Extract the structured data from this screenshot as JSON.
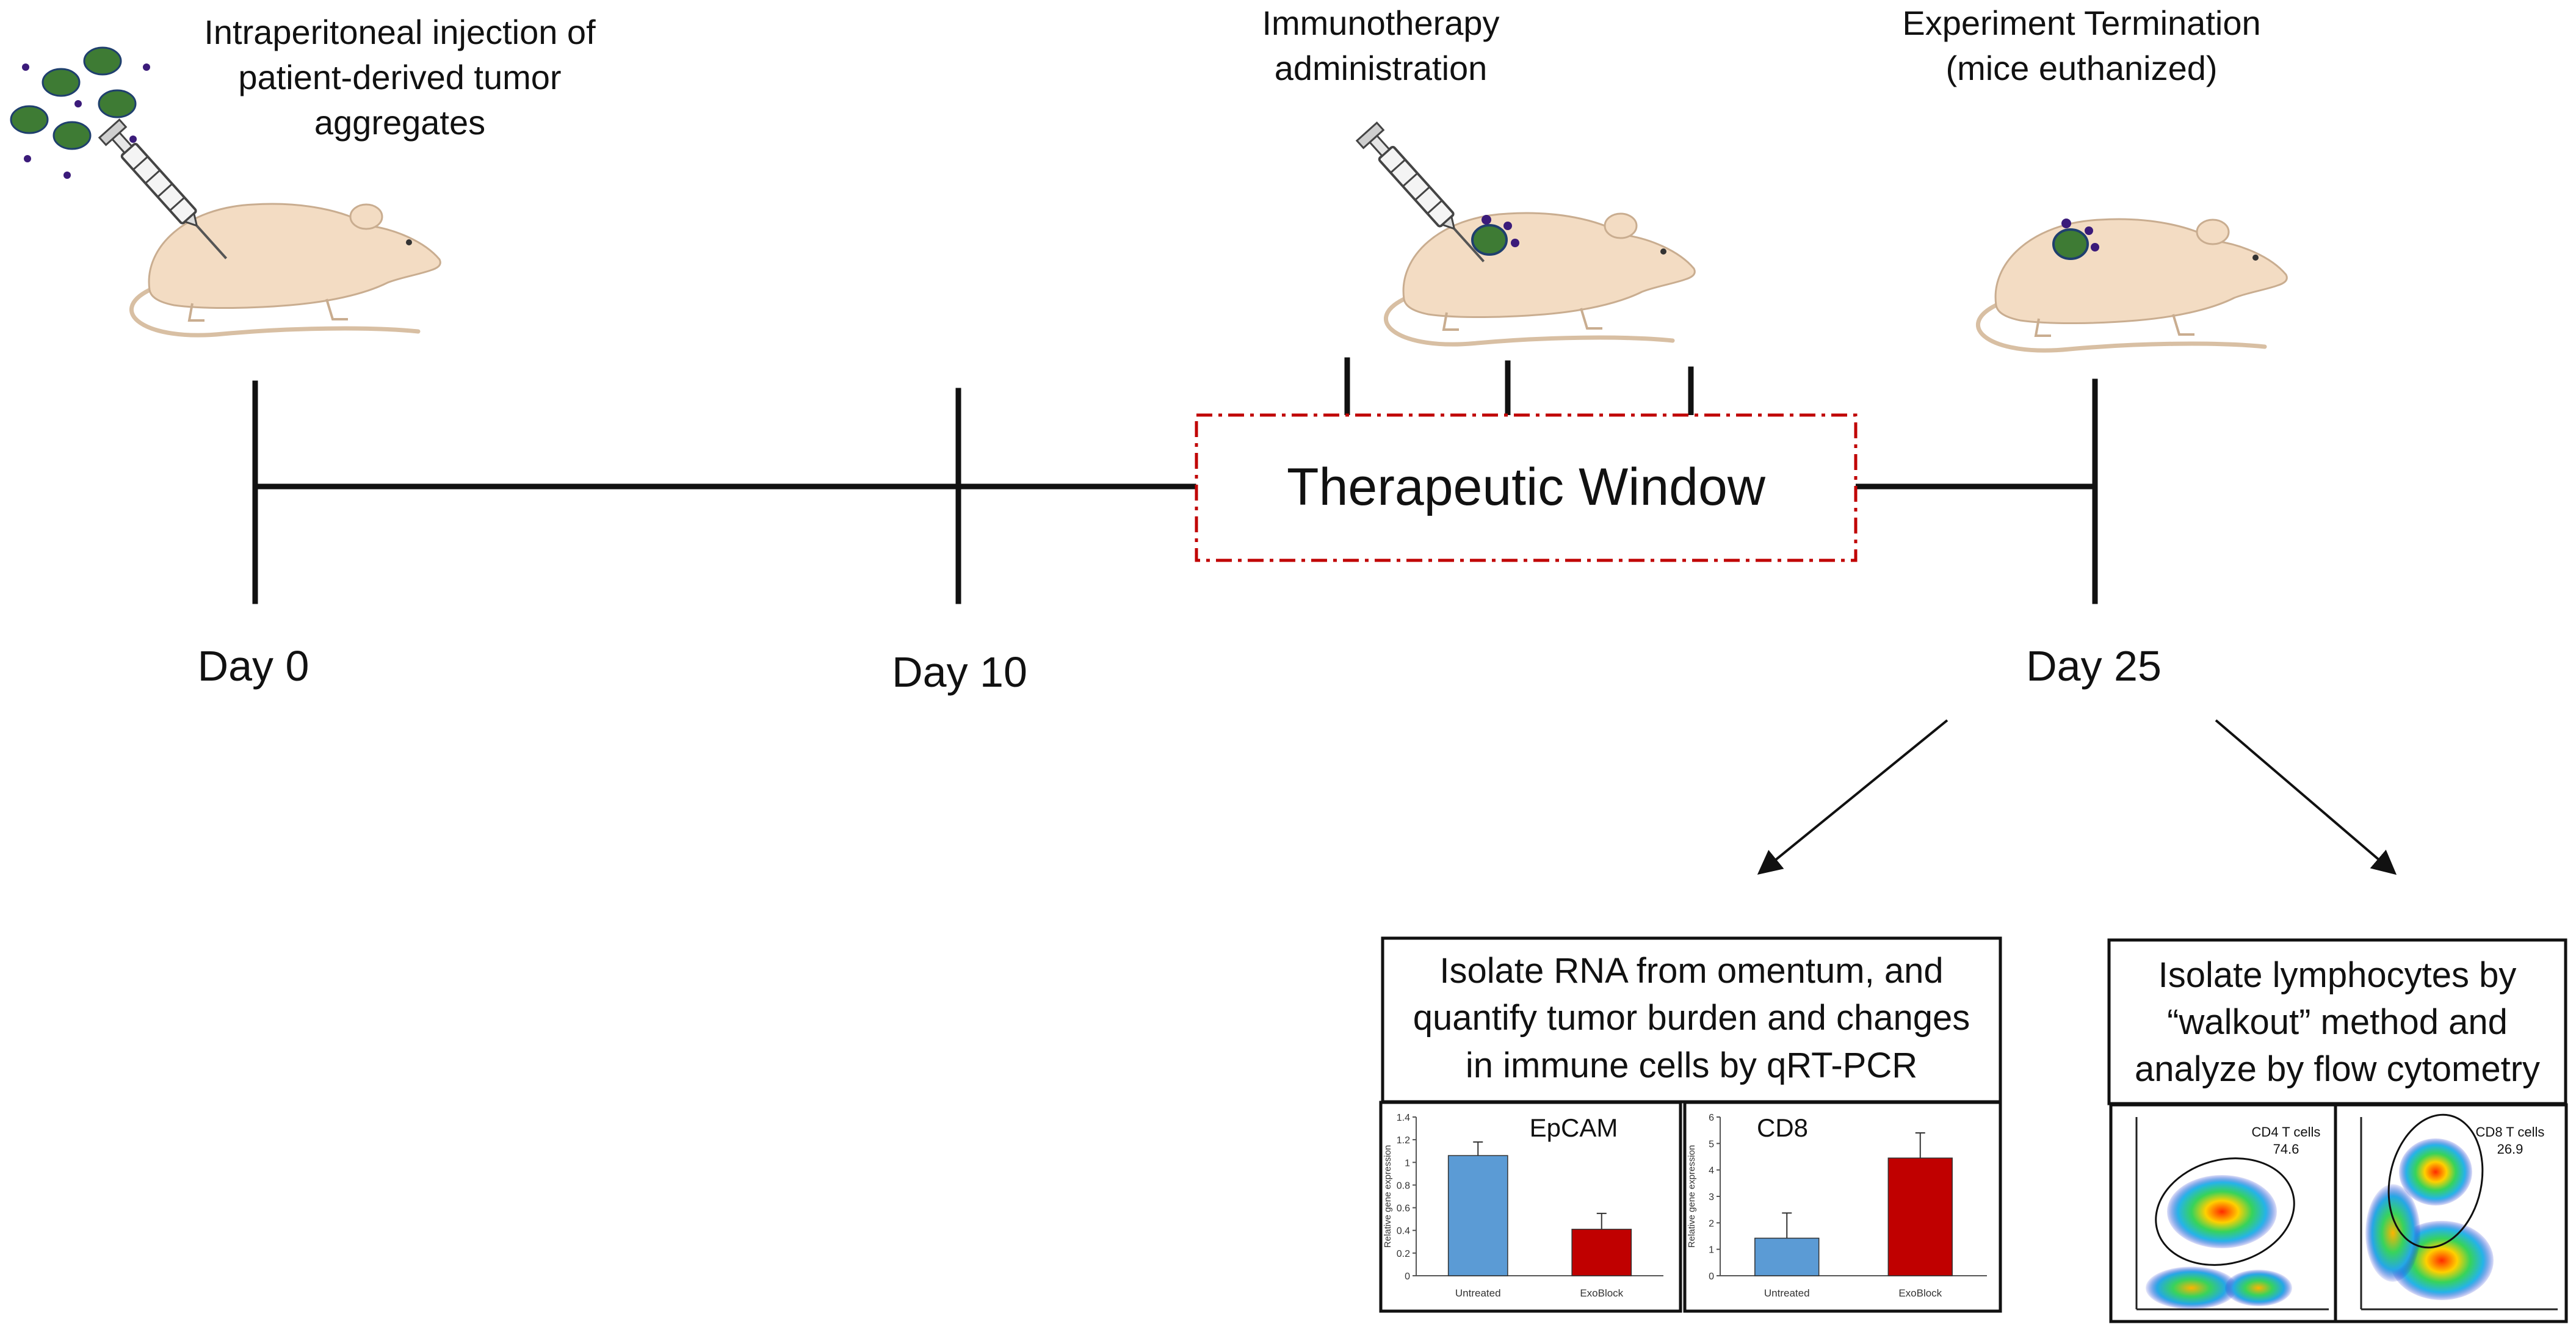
{
  "events": {
    "injection": [
      "Intraperitoneal injection of",
      "patient-derived tumor",
      "aggregates"
    ],
    "immunotherapy": [
      "Immunotherapy",
      "administration"
    ],
    "termination": [
      "Experiment Termination",
      "(mice euthanized)"
    ]
  },
  "timeline": {
    "day0": "Day 0",
    "day10": "Day 10",
    "day25": "Day 25",
    "window_label": "Therapeutic Window"
  },
  "rna_box": [
    "Isolate RNA from omentum, and",
    "quantify tumor burden and changes",
    "in immune cells by qRT-PCR"
  ],
  "lymph_box": [
    "Isolate lymphocytes by",
    "“walkout” method and",
    "analyze by flow cytometry"
  ],
  "colors": {
    "untreated": "#5B9BD5",
    "exoblock": "#C00000",
    "window_border": "#C00000",
    "tumor": "#3E7B34",
    "cell": "#3B1B7A",
    "mouse": "#F3DCC3"
  },
  "chart_data": [
    {
      "type": "bar",
      "title": "EpCAM",
      "ylabel": "Relative gene expression",
      "categories": [
        "Untreated",
        "ExoBlock"
      ],
      "values": [
        1.06,
        0.41
      ],
      "errors": [
        0.12,
        0.14
      ],
      "ylim": [
        0,
        1.4
      ],
      "yticks": [
        "0",
        "0.2",
        "0.4",
        "0.6",
        "0.8",
        "1",
        "1.2",
        "1.4"
      ]
    },
    {
      "type": "bar",
      "title": "CD8",
      "ylabel": "Relative gene expression",
      "categories": [
        "Untreated",
        "ExoBlock"
      ],
      "values": [
        1.42,
        4.45
      ],
      "errors": [
        0.95,
        0.95
      ],
      "ylim": [
        0,
        6
      ],
      "yticks": [
        "0",
        "1",
        "2",
        "3",
        "4",
        "5",
        "6"
      ]
    }
  ],
  "flow_plots": [
    {
      "gate_label": "CD4 T cells",
      "gate_value": "74.6"
    },
    {
      "gate_label": "CD8 T cells",
      "gate_value": "26.9"
    }
  ]
}
